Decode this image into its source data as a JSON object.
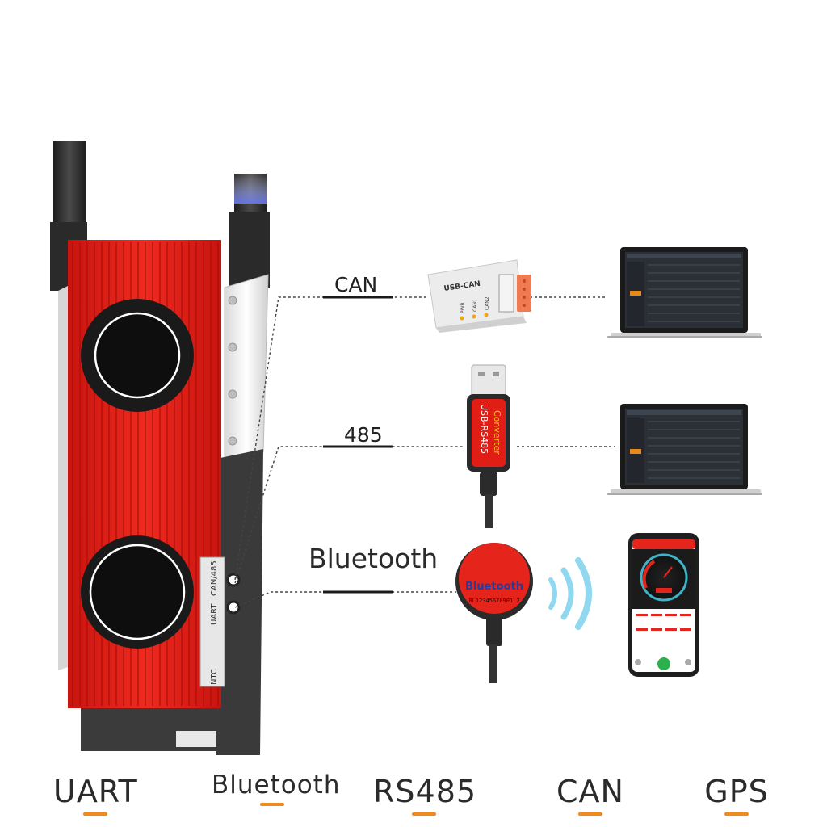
{
  "connections": {
    "can": "CAN",
    "rs485": "485",
    "bluetooth": "Bluetooth"
  },
  "bms_board": {
    "port_labels": [
      "NTC",
      "UART",
      "CAN/485"
    ]
  },
  "devices": {
    "usb_can_adapter": {
      "title": "USB-CAN",
      "ports": [
        "PWR",
        "CAN1",
        "CAN2"
      ]
    },
    "usb_rs485_converter": {
      "line1": "USB-RS485",
      "line2": "Converter"
    },
    "bluetooth_module": {
      "name": "Bluetooth",
      "serial": "BL12345678901 2"
    }
  },
  "features": [
    "UART",
    "Bluetooth",
    "RS485",
    "CAN",
    "GPS"
  ],
  "colors": {
    "bms_red": "#e31b14",
    "accent_orange": "#f08a1c",
    "cable": "#2e2e2e",
    "laptop_screen": "#2b2f36",
    "wifi_wave": "#8fd8ef"
  }
}
